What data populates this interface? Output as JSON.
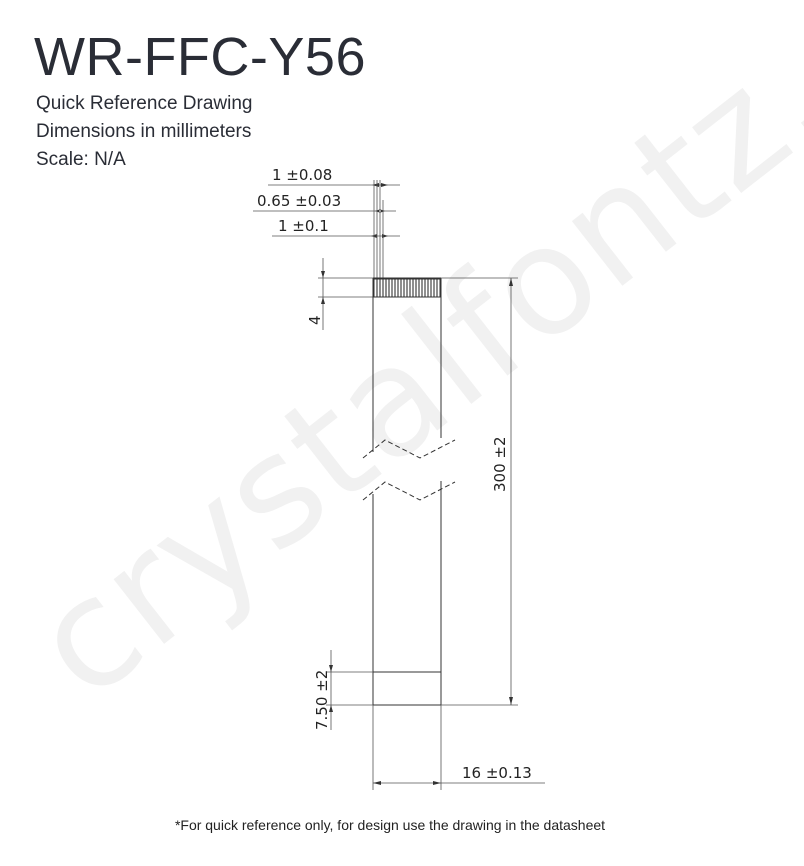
{
  "watermark": "crystalfontz.com",
  "header": {
    "part_number": "WR-FFC-Y56",
    "line1": "Quick Reference Drawing",
    "line2": "Dimensions in millimeters",
    "line3": "Scale: N/A"
  },
  "dimensions": {
    "pitch": "1 ±0.08",
    "contact_width": "0.65 ±0.03",
    "edge": "1 ±0.1",
    "contact_length": "4",
    "length": "300 ±2",
    "stiffener": "7.50 ±2",
    "width": "16 ±0.13"
  },
  "footnote": "*For quick reference only, for design use the drawing in the datasheet"
}
